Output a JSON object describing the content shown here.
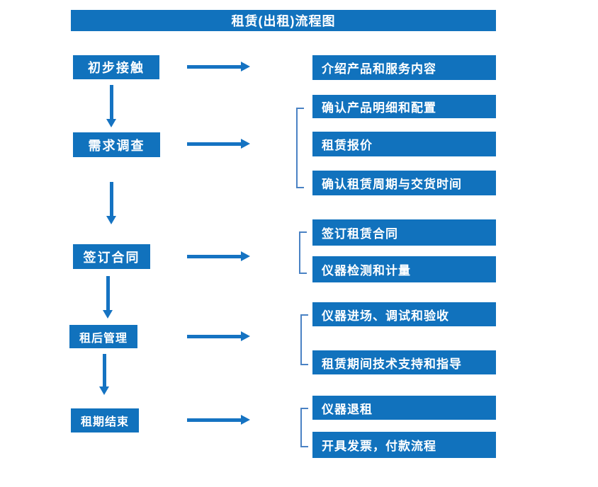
{
  "title": "租赁(出租)流程图",
  "colors": {
    "box-blue": "#1172bd",
    "arrow-blue": "#1573c2",
    "bracket-blue": "#4a82c4"
  },
  "flow": [
    {
      "step": "初步接触",
      "details": [
        "介绍产品和服务内容"
      ]
    },
    {
      "step": "需求调查",
      "details": [
        "确认产品明细和配置",
        "租赁报价",
        "确认租赁周期与交货时间"
      ]
    },
    {
      "step": "签订合同",
      "details": [
        "签订租赁合同",
        "仪器检测和计量"
      ]
    },
    {
      "step": "租后管理",
      "details": [
        "仪器进场、调试和验收",
        "租赁期间技术支持和指导"
      ]
    },
    {
      "step": "租期结束",
      "details": [
        "仪器退租",
        "开具发票，付款流程"
      ]
    }
  ]
}
